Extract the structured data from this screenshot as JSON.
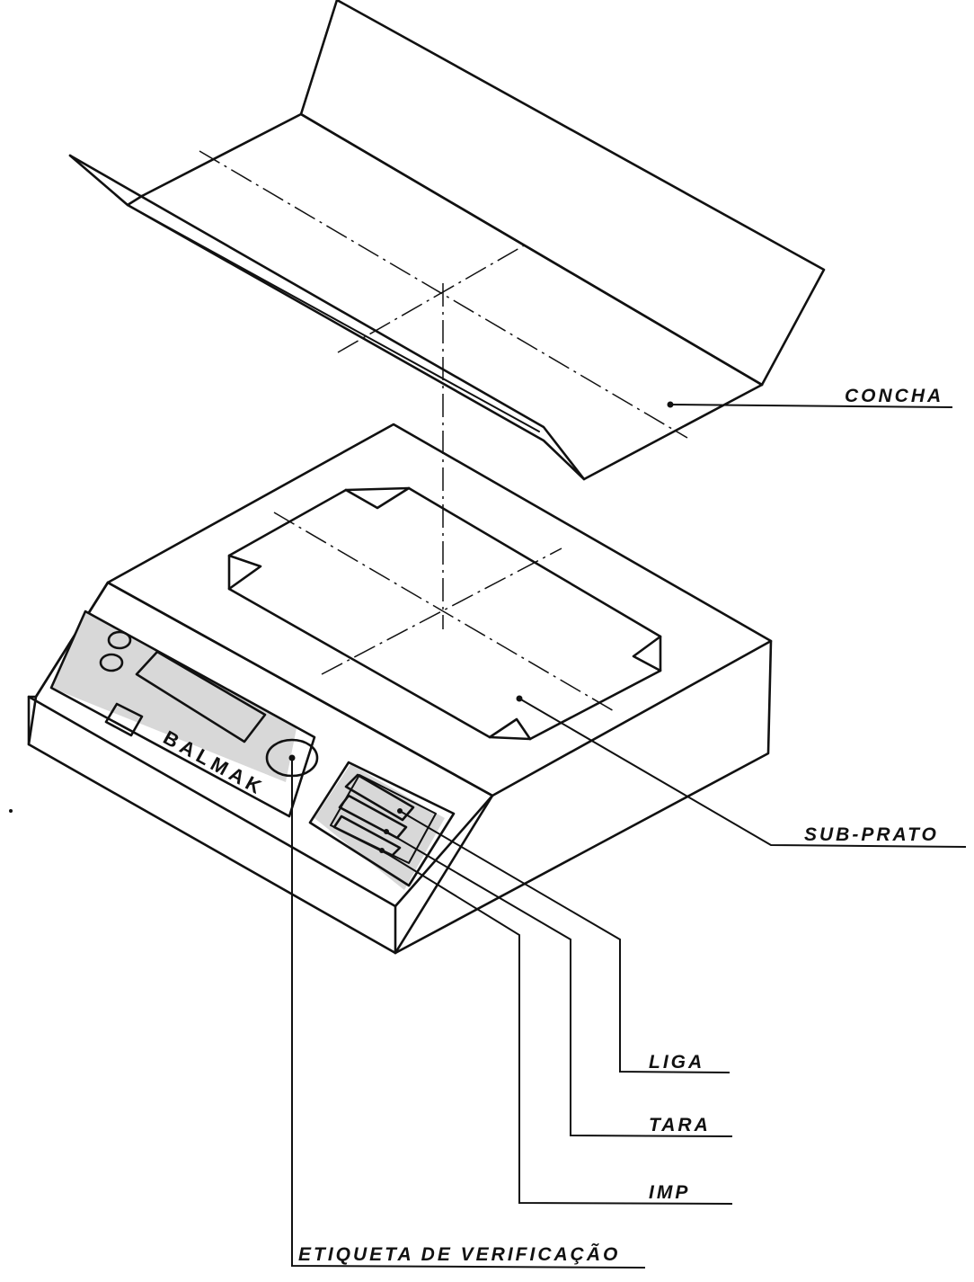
{
  "labels": {
    "concha": "CONCHA",
    "sub_prato": "SUB-PRATO",
    "liga": "LIGA",
    "tara": "TARA",
    "imp": "IMP",
    "etiqueta": "ETIQUETA DE VERIFICAÇÃO"
  },
  "brand": "BALMAK"
}
